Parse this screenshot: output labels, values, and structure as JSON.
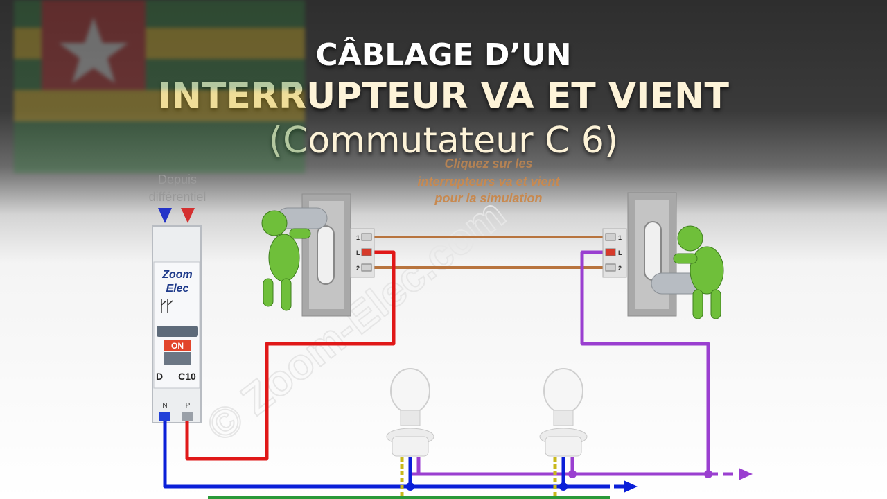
{
  "title": {
    "line1": "CÂBLAGE D’UN",
    "line2": "INTERRUPTEUR VA ET VIENT",
    "line3": "(Commutateur C 6)"
  },
  "breaker": {
    "source_label_1": "Depuis",
    "source_label_2": "différentiel",
    "brand_1": "Zoom",
    "brand_2": "Elec",
    "on_label": "ON",
    "type_label": "D",
    "rating_label": "C10",
    "neutral_label": "N",
    "phase_label": "P"
  },
  "instructions": {
    "line1": "Cliquez sur les",
    "line2": "interrupteurs va et vient",
    "line3": "pour la simulation"
  },
  "switch_terminals": {
    "t1": "1",
    "tL": "L",
    "t2": "2"
  },
  "watermark": "© Zoom-Elec.com",
  "colors": {
    "neutral": "#0a1fd8",
    "phase": "#e01818",
    "return": "#9a3fd0",
    "travelers": "#b8743e",
    "earth": "#2a9a3a",
    "instruction_text": "#c8894f",
    "title_text": "#fdf3d8"
  }
}
